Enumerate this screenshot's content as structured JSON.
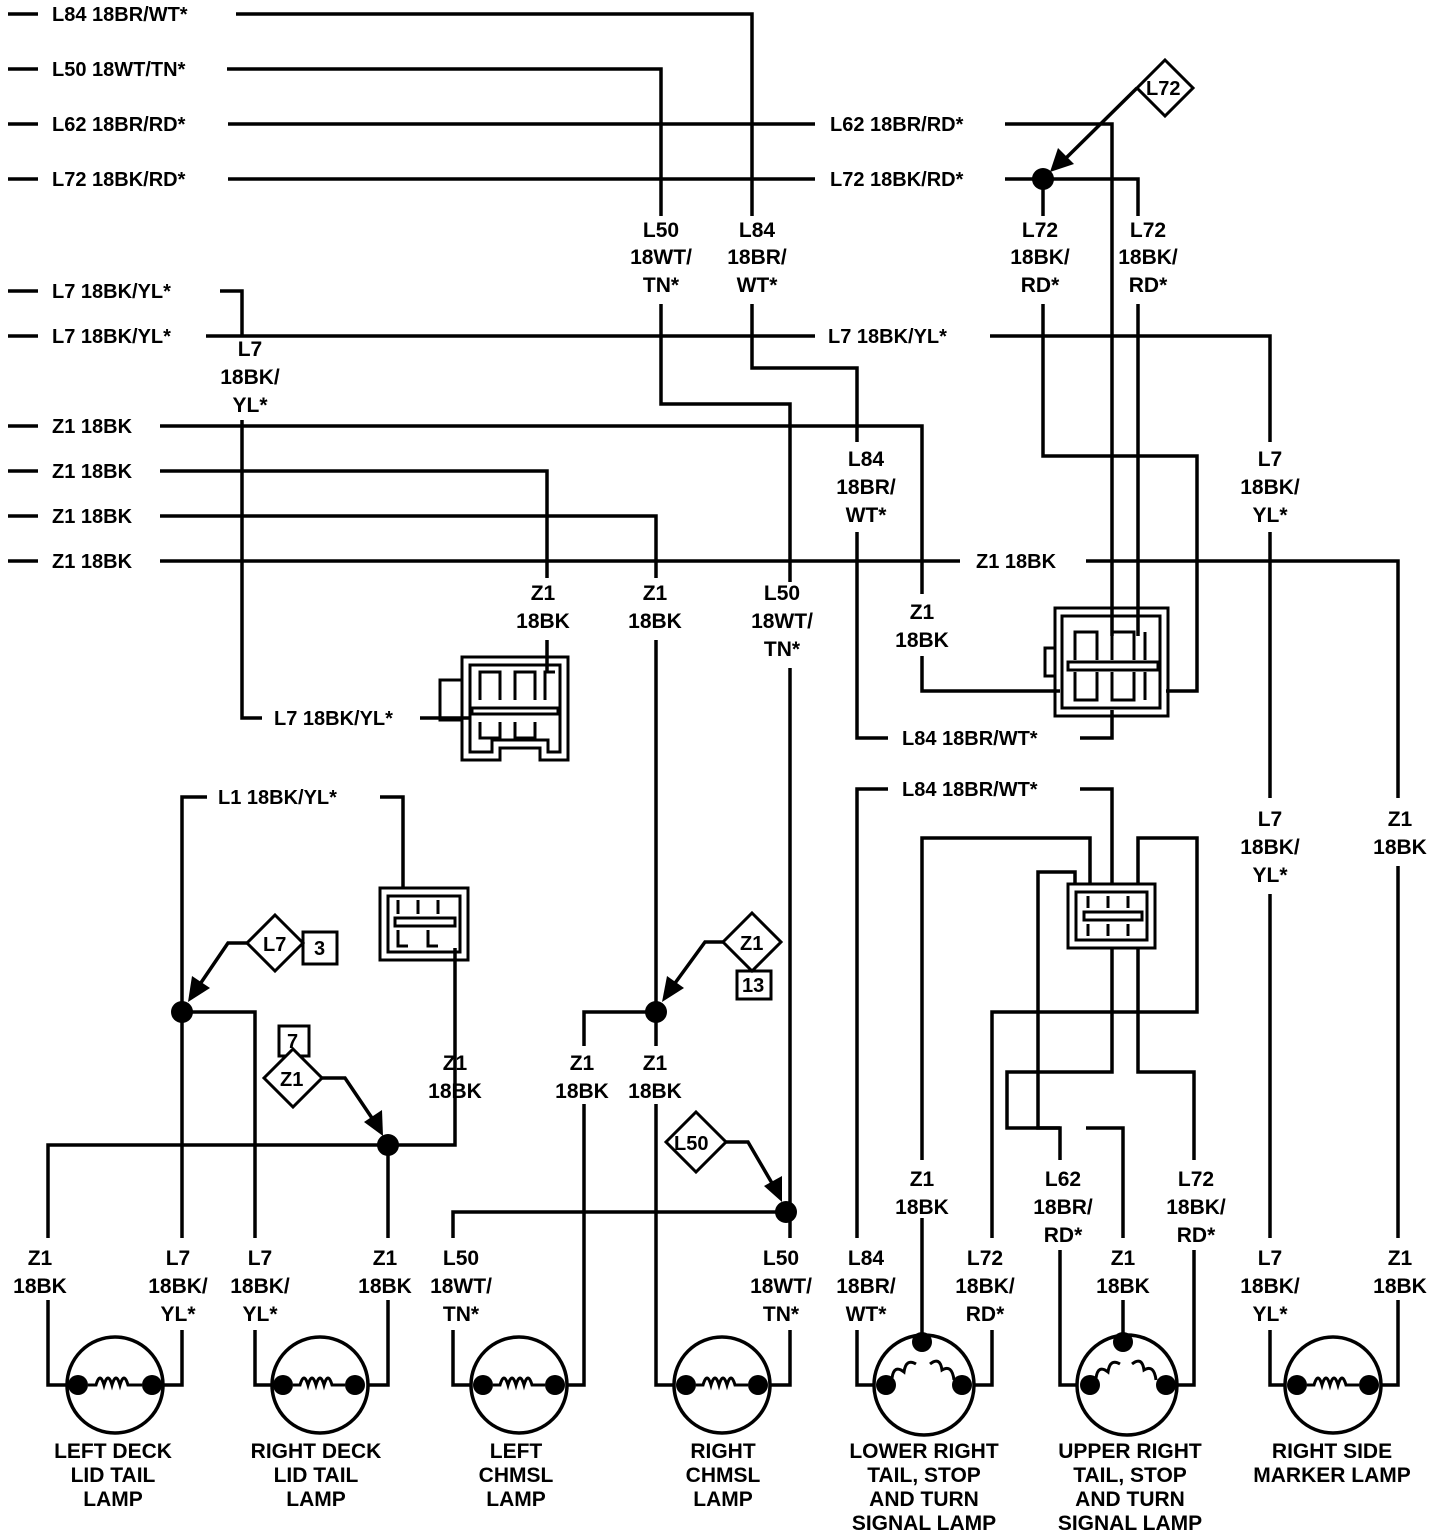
{
  "left_wires": {
    "l84": "L84 18BR/WT*",
    "l50": "L50 18WT/TN*",
    "l62": "L62 18BR/RD*",
    "l72": "L72 18BK/RD*",
    "l7a": "L7 18BK/YL*",
    "l7b": "L7 18BK/YL*",
    "z1a": "Z1 18BK",
    "z1b": "Z1 18BK",
    "z1c": "Z1 18BK",
    "z1d": "Z1 18BK"
  },
  "inline_labels": {
    "l62_right": "L62 18BR/RD*",
    "l72_right": "L72 18BK/RD*",
    "l7_right": "L7 18BK/YL*",
    "z1_mid": "Z1 18BK",
    "l7_conn": "L7 18BK/YL*",
    "l84_conn1": "L84 18BR/WT*",
    "l84_conn2": "L84 18BR/WT*",
    "l1": "L1 18BK/YL*"
  },
  "diamonds": {
    "l72": "L72",
    "l7": "L7",
    "l7_num": "3",
    "z1_a": "Z1",
    "z1_a_num": "7",
    "z1_b": "Z1",
    "z1_b_num": "13",
    "l50": "L50"
  },
  "vlabels": {
    "l50_top": [
      "L50",
      "18WT/",
      "TN*"
    ],
    "l84_top": [
      "L84",
      "18BR/",
      "WT*"
    ],
    "l72_a": [
      "L72",
      "18BK/",
      "RD*"
    ],
    "l72_b": [
      "L72",
      "18BK/",
      "RD*"
    ],
    "l7_left": [
      "L7",
      "18BK/",
      "YL*"
    ],
    "l84_mid": [
      "L84",
      "18BR/",
      "WT*"
    ],
    "l7_right_a": [
      "L7",
      "18BK/",
      "YL*"
    ],
    "z1_c1": [
      "Z1",
      "18BK"
    ],
    "z1_c2": [
      "Z1",
      "18BK"
    ],
    "l50_mid": [
      "L50",
      "18WT/",
      "TN*"
    ],
    "z1_c3": [
      "Z1",
      "18BK"
    ],
    "l7_right_b": [
      "L7",
      "18BK/",
      "YL*"
    ],
    "z1_right": [
      "Z1",
      "18BK"
    ],
    "z1_ldl": [
      "Z1",
      "18BK"
    ],
    "z1_lc_a": [
      "Z1",
      "18BK"
    ],
    "z1_lc_b": [
      "Z1",
      "18BK"
    ],
    "z1_lr": [
      "Z1",
      "18BK"
    ],
    "l62_ur": [
      "L62",
      "18BR/",
      "RD*"
    ],
    "l72_ur": [
      "L72",
      "18BK/",
      "RD*"
    ]
  },
  "lamp_wires": {
    "ldl_z1": [
      "Z1",
      "18BK"
    ],
    "ldl_l7": [
      "L7",
      "18BK/",
      "YL*"
    ],
    "rdl_l7": [
      "L7",
      "18BK/",
      "YL*"
    ],
    "rdl_z1": [
      "Z1",
      "18BK"
    ],
    "lch_l50": [
      "L50",
      "18WT/",
      "TN*"
    ],
    "rch_l50": [
      "L50",
      "18WT/",
      "TN*"
    ],
    "lr_l84": [
      "L84",
      "18BR/",
      "WT*"
    ],
    "lr_l72": [
      "L72",
      "18BK/",
      "RD*"
    ],
    "ur_z1": [
      "Z1",
      "18BK"
    ],
    "rs_l7": [
      "L7",
      "18BK/",
      "YL*"
    ],
    "rs_z1": [
      "Z1",
      "18BK"
    ]
  },
  "lamps": [
    [
      "LEFT DECK",
      "LID TAIL",
      "LAMP"
    ],
    [
      "RIGHT DECK",
      "LID TAIL",
      "LAMP"
    ],
    [
      "LEFT",
      "CHMSL",
      "LAMP"
    ],
    [
      "RIGHT",
      "CHMSL",
      "LAMP"
    ],
    [
      "LOWER RIGHT",
      "TAIL, STOP",
      "AND TURN",
      "SIGNAL LAMP"
    ],
    [
      "UPPER RIGHT",
      "TAIL, STOP",
      "AND TURN",
      "SIGNAL LAMP"
    ],
    [
      "RIGHT SIDE",
      "MARKER LAMP"
    ]
  ]
}
